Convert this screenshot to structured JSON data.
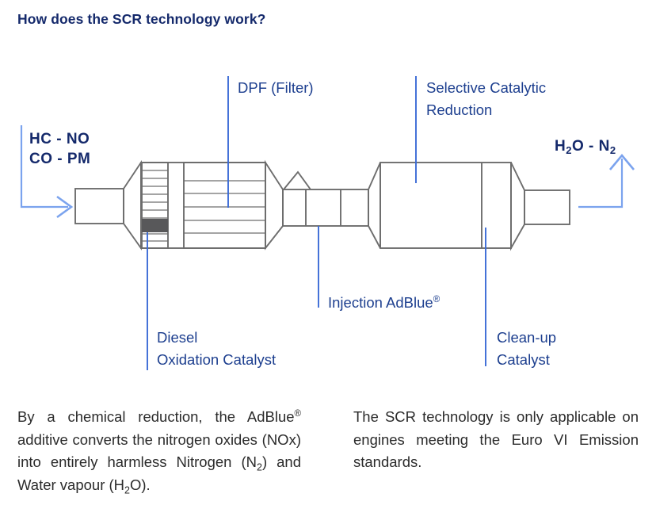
{
  "header": {
    "title": "How does the SCR technology work?"
  },
  "colors": {
    "title_navy": "#14296b",
    "label_blue": "#1d3f8f",
    "leader_line_blue": "#3b6bd6",
    "arrow_blue": "#7ba3ee",
    "outline_gray": "#6d6d6d",
    "substrate_dark": "#58585a",
    "body_text": "#2b2b2b",
    "background": "#ffffff"
  },
  "diagram": {
    "inlet_label": {
      "line1": "HC - NO",
      "line2": "CO - PM"
    },
    "outlet_label": {
      "text": "H2O - N2",
      "parts": [
        "H",
        "2",
        "O - N",
        "2"
      ]
    },
    "callouts": [
      {
        "name": "dpf",
        "line1": "DPF (Filter)",
        "line2": ""
      },
      {
        "name": "scr",
        "line1": "Selective Catalytic",
        "line2": "Reduction"
      },
      {
        "name": "doc",
        "line1": "Diesel",
        "line2": "Oxidation Catalyst"
      },
      {
        "name": "injection",
        "line1": "Injection AdBlue",
        "line2": "",
        "superscript": "®"
      },
      {
        "name": "cleanup",
        "line1": "Clean-up",
        "line2": "Catalyst"
      }
    ]
  },
  "paragraphs": {
    "left": {
      "part1": "By a chemical reduction, the AdBlue",
      "sup1": "®",
      "part2": " additive converts the nitrogen oxides (NOx) into entirely harmless Nitrogen (N",
      "sub1": "2",
      "part3": ") and Water vapour (H",
      "sub2": "2",
      "part4": "O)."
    },
    "right": {
      "text": "The SCR technology is only applicable on engines meeting the Euro VI Emission standards."
    }
  }
}
